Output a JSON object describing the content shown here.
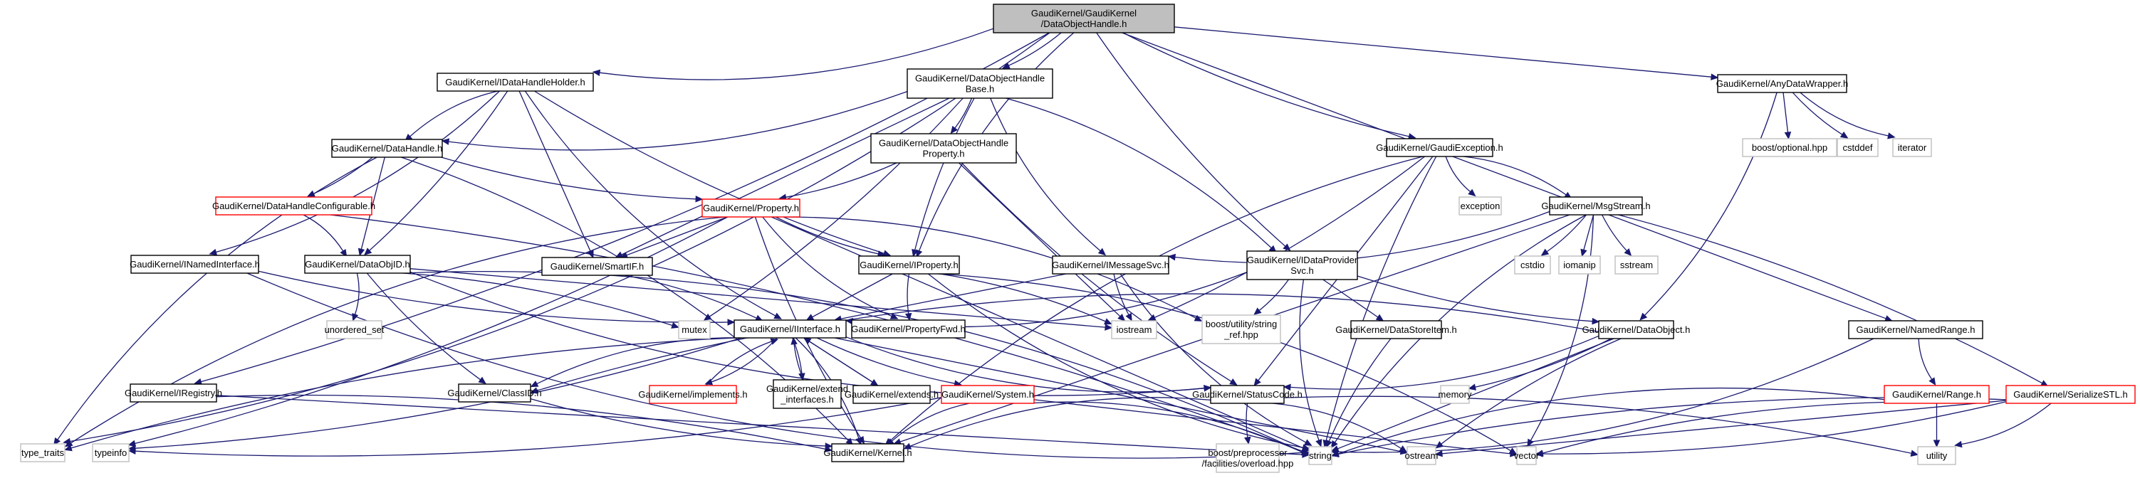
{
  "title": "GaudiKernel/GaudiKernel/DataObjectHandle.h include dependency graph",
  "legend": {
    "root_fill": "#bfbfbf",
    "edge_color": "#191970",
    "truncated_border": "#ff0000",
    "external_border": "#bfbfbf"
  },
  "nodes": [
    {
      "id": "root",
      "kind": "root",
      "lines": [
        "GaudiKernel/GaudiKernel",
        "/DataObjectHandle.h"
      ]
    },
    {
      "id": "IDataHandleHolder",
      "kind": "internal",
      "lines": [
        "GaudiKernel/IDataHandleHolder.h"
      ]
    },
    {
      "id": "DataObjectHandleBase",
      "kind": "internal",
      "lines": [
        "GaudiKernel/DataObjectHandle",
        "Base.h"
      ]
    },
    {
      "id": "AnyDataWrapper",
      "kind": "internal",
      "lines": [
        "GaudiKernel/AnyDataWrapper.h"
      ]
    },
    {
      "id": "DataHandle",
      "kind": "internal",
      "lines": [
        "GaudiKernel/DataHandle.h"
      ]
    },
    {
      "id": "DataObjectHandleProperty",
      "kind": "internal",
      "lines": [
        "GaudiKernel/DataObjectHandle",
        "Property.h"
      ]
    },
    {
      "id": "GaudiException",
      "kind": "internal",
      "lines": [
        "GaudiKernel/GaudiException.h"
      ]
    },
    {
      "id": "boost_optional",
      "kind": "external",
      "lines": [
        "boost/optional.hpp"
      ]
    },
    {
      "id": "cstddef",
      "kind": "external",
      "lines": [
        "cstddef"
      ]
    },
    {
      "id": "iterator",
      "kind": "external",
      "lines": [
        "iterator"
      ]
    },
    {
      "id": "DataHandleConfigurable",
      "kind": "truncated",
      "lines": [
        "GaudiKernel/DataHandleConfigurable.h"
      ]
    },
    {
      "id": "Property",
      "kind": "truncated",
      "lines": [
        "GaudiKernel/Property.h"
      ]
    },
    {
      "id": "exception",
      "kind": "external",
      "lines": [
        "exception"
      ]
    },
    {
      "id": "MsgStream",
      "kind": "internal",
      "lines": [
        "GaudiKernel/MsgStream.h"
      ]
    },
    {
      "id": "INamedInterface",
      "kind": "internal",
      "lines": [
        "GaudiKernel/INamedInterface.h"
      ]
    },
    {
      "id": "DataObjID",
      "kind": "internal",
      "lines": [
        "GaudiKernel/DataObjID.h"
      ]
    },
    {
      "id": "SmartIF",
      "kind": "internal",
      "lines": [
        "GaudiKernel/SmartIF.h"
      ]
    },
    {
      "id": "IProperty",
      "kind": "internal",
      "lines": [
        "GaudiKernel/IProperty.h"
      ]
    },
    {
      "id": "IMessageSvc",
      "kind": "internal",
      "lines": [
        "GaudiKernel/IMessageSvc.h"
      ]
    },
    {
      "id": "IDataProviderSvc",
      "kind": "internal",
      "lines": [
        "GaudiKernel/IDataProvider",
        "Svc.h"
      ]
    },
    {
      "id": "cstdio",
      "kind": "external",
      "lines": [
        "cstdio"
      ]
    },
    {
      "id": "iomanip",
      "kind": "external",
      "lines": [
        "iomanip"
      ]
    },
    {
      "id": "sstream",
      "kind": "external",
      "lines": [
        "sstream"
      ]
    },
    {
      "id": "iostream",
      "kind": "external",
      "lines": [
        "iostream"
      ]
    },
    {
      "id": "boost_string_ref",
      "kind": "external",
      "lines": [
        "boost/utility/string",
        "_ref.hpp"
      ]
    },
    {
      "id": "unordered_set",
      "kind": "external",
      "lines": [
        "unordered_set"
      ]
    },
    {
      "id": "mutex",
      "kind": "external",
      "lines": [
        "mutex"
      ]
    },
    {
      "id": "IInterface",
      "kind": "internal",
      "lines": [
        "GaudiKernel/IInterface.h"
      ]
    },
    {
      "id": "PropertyFwd",
      "kind": "internal",
      "lines": [
        "GaudiKernel/PropertyFwd.h"
      ]
    },
    {
      "id": "DataStoreItem",
      "kind": "internal",
      "lines": [
        "GaudiKernel/DataStoreItem.h"
      ]
    },
    {
      "id": "DataObject",
      "kind": "internal",
      "lines": [
        "GaudiKernel/DataObject.h"
      ]
    },
    {
      "id": "NamedRange",
      "kind": "internal",
      "lines": [
        "GaudiKernel/NamedRange.h"
      ]
    },
    {
      "id": "IRegistry",
      "kind": "internal",
      "lines": [
        "GaudiKernel/IRegistry.h"
      ]
    },
    {
      "id": "ClassID",
      "kind": "internal",
      "lines": [
        "GaudiKernel/ClassID.h"
      ]
    },
    {
      "id": "implements",
      "kind": "truncated",
      "lines": [
        "GaudiKernel/implements.h"
      ]
    },
    {
      "id": "extend_interfaces",
      "kind": "internal",
      "lines": [
        "GaudiKernel/extend",
        "_interfaces.h"
      ]
    },
    {
      "id": "extends",
      "kind": "internal",
      "lines": [
        "GaudiKernel/extends.h"
      ]
    },
    {
      "id": "System",
      "kind": "truncated",
      "lines": [
        "GaudiKernel/System.h"
      ]
    },
    {
      "id": "StatusCode",
      "kind": "internal",
      "lines": [
        "GaudiKernel/StatusCode.h"
      ]
    },
    {
      "id": "memory",
      "kind": "external",
      "lines": [
        "memory"
      ]
    },
    {
      "id": "Range",
      "kind": "truncated",
      "lines": [
        "GaudiKernel/Range.h"
      ]
    },
    {
      "id": "SerializeSTL",
      "kind": "truncated",
      "lines": [
        "GaudiKernel/SerializeSTL.h"
      ]
    },
    {
      "id": "type_traits",
      "kind": "external",
      "lines": [
        "type_traits"
      ]
    },
    {
      "id": "typeinfo",
      "kind": "external",
      "lines": [
        "typeinfo"
      ]
    },
    {
      "id": "Kernel",
      "kind": "internal",
      "lines": [
        "GaudiKernel/Kernel.h"
      ]
    },
    {
      "id": "boost_overload",
      "kind": "external",
      "lines": [
        "boost/preprocessor",
        "/facilities/overload.hpp"
      ]
    },
    {
      "id": "string",
      "kind": "external",
      "lines": [
        "string"
      ]
    },
    {
      "id": "ostream",
      "kind": "external",
      "lines": [
        "ostream"
      ]
    },
    {
      "id": "vector",
      "kind": "external",
      "lines": [
        "vector"
      ]
    },
    {
      "id": "utility",
      "kind": "external",
      "lines": [
        "utility"
      ]
    }
  ],
  "edges": [
    [
      "root",
      "IDataHandleHolder"
    ],
    [
      "root",
      "DataObjectHandleBase"
    ],
    [
      "root",
      "AnyDataWrapper"
    ],
    [
      "root",
      "GaudiException"
    ],
    [
      "root",
      "IProperty"
    ],
    [
      "root",
      "type_traits"
    ],
    [
      "root",
      "IRegistry"
    ],
    [
      "root",
      "NamedRange"
    ],
    [
      "root",
      "IDataProviderSvc"
    ],
    [
      "IDataHandleHolder",
      "DataHandle"
    ],
    [
      "IDataHandleHolder",
      "INamedInterface"
    ],
    [
      "IDataHandleHolder",
      "DataObjID"
    ],
    [
      "IDataHandleHolder",
      "SmartIF"
    ],
    [
      "IDataHandleHolder",
      "IProperty"
    ],
    [
      "IDataHandleHolder",
      "IInterface"
    ],
    [
      "DataObjectHandleBase",
      "DataHandle"
    ],
    [
      "DataObjectHandleBase",
      "DataObjectHandleProperty"
    ],
    [
      "DataObjectHandleBase",
      "SmartIF"
    ],
    [
      "DataObjectHandleBase",
      "IProperty"
    ],
    [
      "DataObjectHandleBase",
      "IMessageSvc"
    ],
    [
      "DataObjectHandleBase",
      "IDataProviderSvc"
    ],
    [
      "DataObjectHandleBase",
      "mutex"
    ],
    [
      "AnyDataWrapper",
      "boost_optional"
    ],
    [
      "AnyDataWrapper",
      "cstddef"
    ],
    [
      "AnyDataWrapper",
      "iterator"
    ],
    [
      "AnyDataWrapper",
      "DataObject"
    ],
    [
      "DataHandle",
      "DataHandleConfigurable"
    ],
    [
      "DataHandle",
      "DataObjID"
    ],
    [
      "DataHandle",
      "Property"
    ],
    [
      "DataHandle",
      "type_traits"
    ],
    [
      "DataHandle",
      "Kernel"
    ],
    [
      "DataObjectHandleProperty",
      "Property"
    ],
    [
      "DataObjectHandleProperty",
      "iostream"
    ],
    [
      "DataObjectHandleProperty",
      "StatusCode"
    ],
    [
      "GaudiException",
      "exception"
    ],
    [
      "GaudiException",
      "MsgStream"
    ],
    [
      "GaudiException",
      "iostream"
    ],
    [
      "GaudiException",
      "StatusCode"
    ],
    [
      "GaudiException",
      "string"
    ],
    [
      "GaudiException",
      "Kernel"
    ],
    [
      "DataHandleConfigurable",
      "DataObjID"
    ],
    [
      "DataHandleConfigurable",
      "string"
    ],
    [
      "Property",
      "SmartIF"
    ],
    [
      "Property",
      "IProperty"
    ],
    [
      "Property",
      "PropertyFwd"
    ],
    [
      "Property",
      "boost_string_ref"
    ],
    [
      "Property",
      "typeinfo"
    ],
    [
      "Property",
      "string"
    ],
    [
      "Property",
      "Kernel"
    ],
    [
      "Property",
      "type_traits"
    ],
    [
      "MsgStream",
      "IMessageSvc"
    ],
    [
      "MsgStream",
      "cstdio"
    ],
    [
      "MsgStream",
      "iomanip"
    ],
    [
      "MsgStream",
      "sstream"
    ],
    [
      "MsgStream",
      "string"
    ],
    [
      "MsgStream",
      "vector"
    ],
    [
      "MsgStream",
      "SerializeSTL"
    ],
    [
      "MsgStream",
      "Kernel"
    ],
    [
      "INamedInterface",
      "IInterface"
    ],
    [
      "INamedInterface",
      "string"
    ],
    [
      "DataObjID",
      "unordered_set"
    ],
    [
      "DataObjID",
      "mutex"
    ],
    [
      "DataObjID",
      "iostream"
    ],
    [
      "DataObjID",
      "ClassID"
    ],
    [
      "DataObjID",
      "StatusCode"
    ],
    [
      "DataObjID",
      "string"
    ],
    [
      "SmartIF",
      "IInterface"
    ],
    [
      "IProperty",
      "IInterface"
    ],
    [
      "IProperty",
      "PropertyFwd"
    ],
    [
      "IProperty",
      "string"
    ],
    [
      "IProperty",
      "vector"
    ],
    [
      "IProperty",
      "iostream"
    ],
    [
      "IMessageSvc",
      "IInterface"
    ],
    [
      "IMessageSvc",
      "iostream"
    ],
    [
      "IMessageSvc",
      "string"
    ],
    [
      "IDataProviderSvc",
      "IInterface"
    ],
    [
      "IDataProviderSvc",
      "boost_string_ref"
    ],
    [
      "IDataProviderSvc",
      "DataStoreItem"
    ],
    [
      "IDataProviderSvc",
      "DataObject"
    ],
    [
      "IDataProviderSvc",
      "string"
    ],
    [
      "IInterface",
      "implements"
    ],
    [
      "IInterface",
      "extend_interfaces"
    ],
    [
      "IInterface",
      "extends"
    ],
    [
      "IInterface",
      "System"
    ],
    [
      "IInterface",
      "StatusCode"
    ],
    [
      "IInterface",
      "Kernel"
    ],
    [
      "IInterface",
      "typeinfo"
    ],
    [
      "IInterface",
      "ostream"
    ],
    [
      "IInterface",
      "type_traits"
    ],
    [
      "IInterface",
      "ClassID"
    ],
    [
      "implements",
      "IInterface"
    ],
    [
      "extend_interfaces",
      "IInterface"
    ],
    [
      "extends",
      "IInterface"
    ],
    [
      "DataStoreItem",
      "string"
    ],
    [
      "DataObject",
      "ClassID"
    ],
    [
      "DataObject",
      "StatusCode"
    ],
    [
      "DataObject",
      "memory"
    ],
    [
      "DataObject",
      "string"
    ],
    [
      "DataObject",
      "ostream"
    ],
    [
      "NamedRange",
      "Range"
    ],
    [
      "NamedRange",
      "string"
    ],
    [
      "IRegistry",
      "Kernel"
    ],
    [
      "IRegistry",
      "string"
    ],
    [
      "ClassID",
      "Kernel"
    ],
    [
      "System",
      "Kernel"
    ],
    [
      "System",
      "string"
    ],
    [
      "System",
      "typeinfo"
    ],
    [
      "System",
      "vector"
    ],
    [
      "StatusCode",
      "boost_overload"
    ],
    [
      "StatusCode",
      "Kernel"
    ],
    [
      "StatusCode",
      "ostream"
    ],
    [
      "StatusCode",
      "utility"
    ],
    [
      "Range",
      "utility"
    ],
    [
      "Range",
      "vector"
    ],
    [
      "Range",
      "string"
    ],
    [
      "SerializeSTL",
      "utility"
    ],
    [
      "SerializeSTL",
      "vector"
    ],
    [
      "SerializeSTL",
      "ostream"
    ],
    [
      "SerializeSTL",
      "string"
    ]
  ]
}
